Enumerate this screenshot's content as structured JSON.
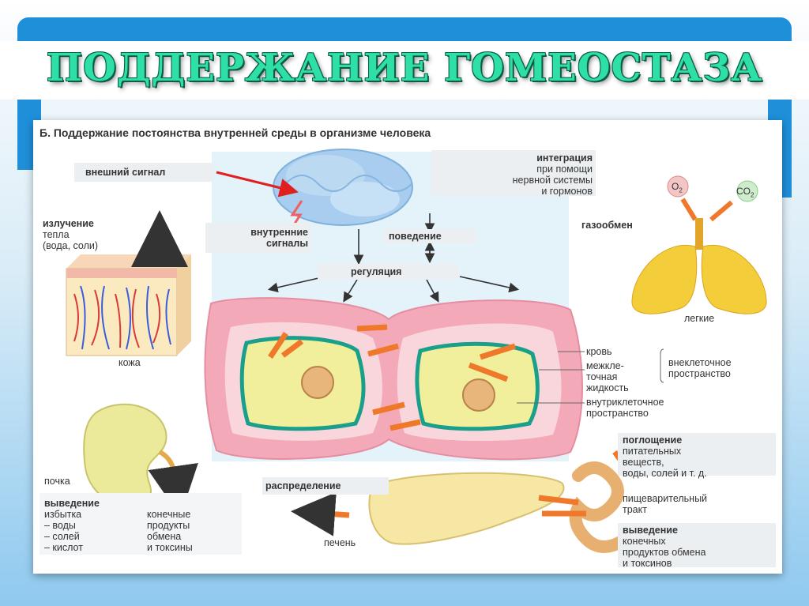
{
  "title": "ПОДДЕРЖАНИЕ ГОМЕОСТАЗА",
  "panel_title": "Б. Поддержание постоянства внутренней среды в организме человека",
  "labels": {
    "external_signal": "внешний сигнал",
    "integration_head": "интеграция",
    "integration_body": "при помощи\nнервной системы\nи гормонов",
    "internal_signals": "внутренние\nсигналы",
    "behavior": "поведение",
    "regulation": "регуляция",
    "radiation_head": "излучение",
    "radiation_body": "тепла\n(вода, соли)",
    "skin": "кожа",
    "gas_exchange": "газообмен",
    "o2": "O",
    "o2_sub": "2",
    "co2": "CO",
    "co2_sub": "2",
    "lungs": "легкие",
    "blood": "кровь",
    "interstitial": "межкле-\nточная\nжидкость",
    "extracellular": "внеклеточное\nпространство",
    "intracellular": "внутриклеточное\nпространство",
    "kidney": "почка",
    "excretion_left_head": "выведение",
    "excretion_left_body": "избытка\n– воды\n– солей\n– кислот",
    "end_products": "конечные\nпродукты\nобмена\nи токсины",
    "distribution": "распределение",
    "liver": "печень",
    "absorption_head": "поглощение",
    "absorption_body": "питательных\nвеществ,\nводы, солей и т. д.",
    "digestive": "пищеварительный\nтракт",
    "excretion_right_head": "выведение",
    "excretion_right_body": "конечных\nпродуктов обмена\nи токсинов"
  },
  "colors": {
    "title_fill": "#2ee0a8",
    "band": "#1f8fd9",
    "arrow_orange": "#f0782a",
    "membrane_pink": "#f4a9b8",
    "cell_yellow": "#f2ef9c",
    "cell_border": "#1aa08a",
    "organ_yellow": "#f4cd3a"
  }
}
